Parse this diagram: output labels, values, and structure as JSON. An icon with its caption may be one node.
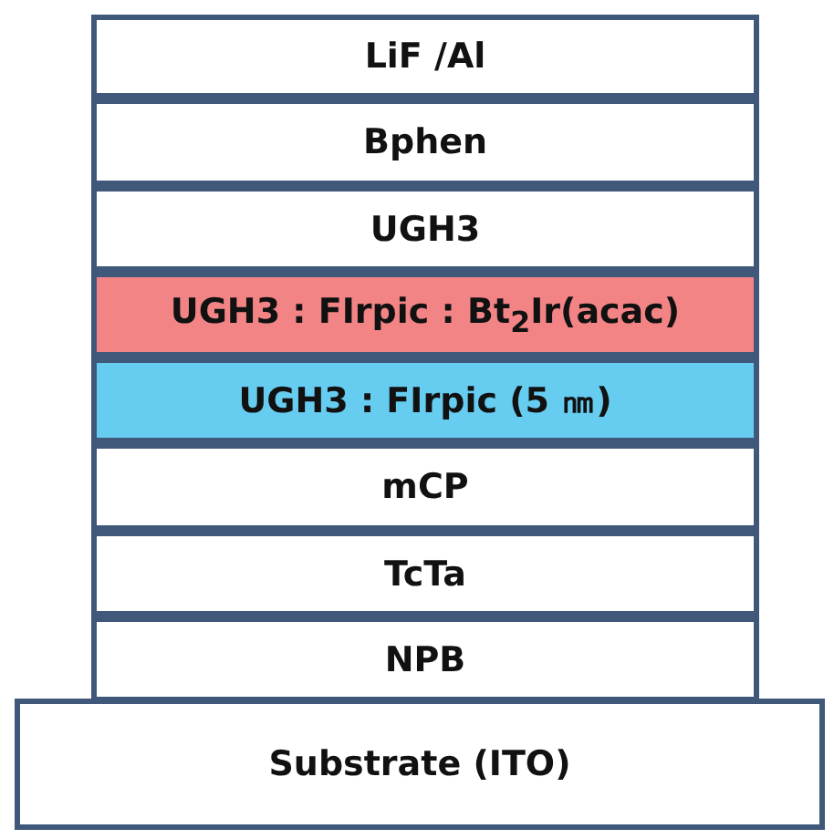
{
  "diagram": {
    "nodes": [
      {
        "text": [
          "LiF /Al"
        ]
      },
      {
        "text": [
          "Bphen"
        ]
      },
      {
        "text": [
          "UGH3"
        ]
      },
      {
        "text": [
          "UGH3 : FIrpic : Bt$_{2}$Ir(acac)"
        ]
      },
      {
        "text": [
          "UGH3 : FIrpic (5 ㎚)"
        ]
      },
      {
        "text": [
          "mCP"
        ]
      },
      {
        "text": [
          "TcTa"
        ]
      },
      {
        "text": [
          "NPB"
        ]
      },
      {
        "text": [
          "Substrate (ITO)"
        ]
      }
    ]
  }
}
